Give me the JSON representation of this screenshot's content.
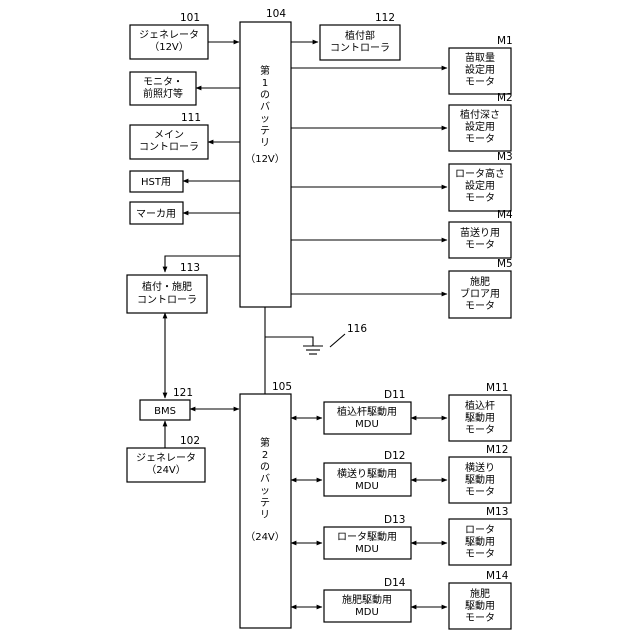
{
  "refs": {
    "gen12": "101",
    "bat1": "104",
    "ctrl_plant": "112",
    "main_ctrl": "111",
    "ctrl_plant_fert": "113",
    "ground": "116",
    "bat2": "105",
    "bms": "121",
    "gen24": "102",
    "m1": "M1",
    "m2": "M2",
    "m3": "M3",
    "m4": "M4",
    "m5": "M5",
    "d11": "D11",
    "d12": "D12",
    "d13": "D13",
    "d14": "D14",
    "m11": "M11",
    "m12": "M12",
    "m13": "M13",
    "m14": "M14"
  },
  "blocks": {
    "gen12": [
      "ジェネレータ",
      "（12V）"
    ],
    "monitor": [
      "モニタ・",
      "前照灯等"
    ],
    "main_ctrl": [
      "メイン",
      "コントローラ"
    ],
    "hst": [
      "HST用"
    ],
    "marker": [
      "マーカ用"
    ],
    "ctrl_plant_fert": [
      "植付・施肥",
      "コントローラ"
    ],
    "bms": [
      "BMS"
    ],
    "gen24": [
      "ジェネレータ",
      "（24V）"
    ],
    "bat1": [
      "第",
      "1",
      "の",
      "バ",
      "ッ",
      "テ",
      "リ"
    ],
    "bat1_voltage": "（12V）",
    "bat2": [
      "第",
      "2",
      "の",
      "バ",
      "ッ",
      "テ",
      "リ"
    ],
    "bat2_voltage": "（24V）",
    "ctrl_plant": [
      "植付部",
      "コントローラ"
    ],
    "m1": [
      "苗取量",
      "設定用",
      "モータ"
    ],
    "m2": [
      "植付深さ",
      "設定用",
      "モータ"
    ],
    "m3": [
      "ロータ高さ",
      "設定用",
      "モータ"
    ],
    "m4": [
      "苗送り用",
      "モータ"
    ],
    "m5": [
      "施肥",
      "ブロア用",
      "モータ"
    ],
    "d11": [
      "植込杆駆動用",
      "MDU"
    ],
    "d12": [
      "横送り駆動用",
      "MDU"
    ],
    "d13": [
      "ロータ駆動用",
      "MDU"
    ],
    "d14": [
      "施肥駆動用",
      "MDU"
    ],
    "m11": [
      "植込杆",
      "駆動用",
      "モータ"
    ],
    "m12": [
      "横送り",
      "駆動用",
      "モータ"
    ],
    "m13": [
      "ロータ",
      "駆動用",
      "モータ"
    ],
    "m14": [
      "施肥",
      "駆動用",
      "モータ"
    ]
  }
}
